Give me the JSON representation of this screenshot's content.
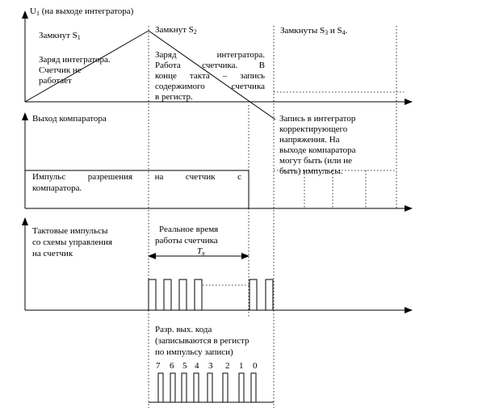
{
  "integrator_axis": {
    "label_main": "U",
    "label_sub": "1",
    "label_rest": " (на выходе интегратора)"
  },
  "phase_s1": {
    "title_main": "Замкнут S",
    "title_sub": "1",
    "line1": "Заряд интегратора.",
    "line2": "Счетчик не",
    "line3": "работает"
  },
  "phase_s2": {
    "title_main": "Замкнут S",
    "title_sub": "2",
    "line1": "Заряд интегратора.",
    "line2": "Работа счетчика. В",
    "line3": "конце такта – запись",
    "line4": "содержимого счетчика",
    "line5": "в регистр."
  },
  "phase_s34": {
    "title_part1": "Замкнуты S",
    "title_sub1": "3",
    "title_part2": " и S",
    "title_sub2": "4",
    "title_part3": "."
  },
  "comparator_axis": {
    "label": "Выход компаратора"
  },
  "correction_note": {
    "line1": "Запись в интегратор",
    "line2": "корректирующего",
    "line3": "напряжения. На",
    "line4": "выходе компаратора",
    "line5": "могут быть (или не",
    "line6": "быть) импульсы."
  },
  "enable_pulse": {
    "line1": "Импульс разрешения на счетчик с",
    "line2": "компаратора."
  },
  "clock_axis": {
    "line1": "Тактовые импульсы",
    "line2": "со схемы управления",
    "line3": "на счетчик"
  },
  "real_time": {
    "line1": "Реальное время",
    "line2": "работы счетчика",
    "tx_main": "T",
    "tx_sub": "x"
  },
  "register_note": {
    "line1": "Разр. вых. кода",
    "line2": "(записываются в регистр",
    "line3": "по импульсу записи)"
  },
  "bit_labels": [
    "7",
    "6",
    "5",
    "4",
    "3",
    "2",
    "1",
    "0"
  ],
  "colors": {
    "ink": "#000000"
  }
}
